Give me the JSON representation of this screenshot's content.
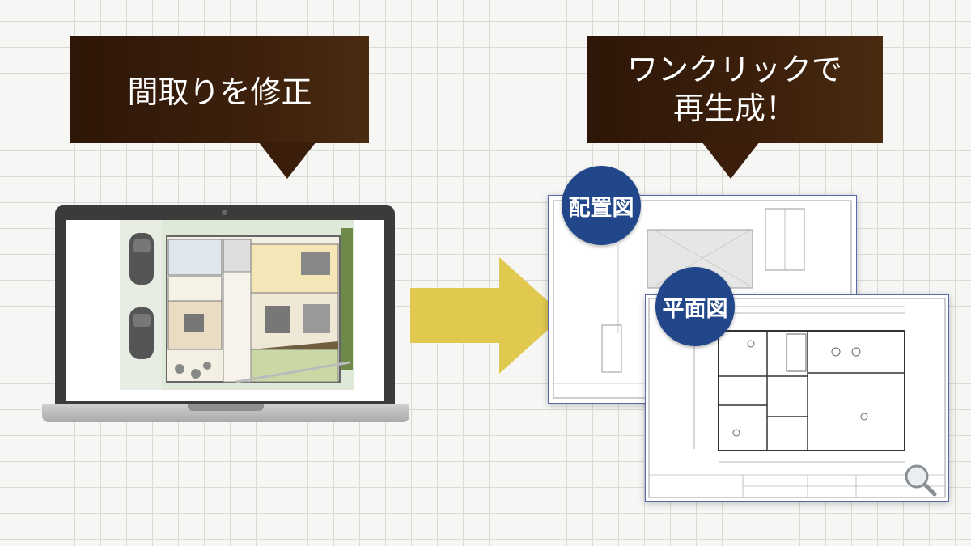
{
  "callouts": {
    "edit": "間取りを修正",
    "regenerate_line1": "ワンクリックで",
    "regenerate_line2": "再生成！"
  },
  "badges": {
    "site_plan": "配置図",
    "floor_plan": "平面図"
  },
  "colors": {
    "callout_bg": "#3a1e0b",
    "arrow": "#e1c84e",
    "badge": "#22468a",
    "sheet_border": "#5a6aa8",
    "grid_line": "#d9d9d6"
  },
  "icons": {
    "arrow": "right-arrow-icon",
    "zoom": "magnifier-icon"
  }
}
